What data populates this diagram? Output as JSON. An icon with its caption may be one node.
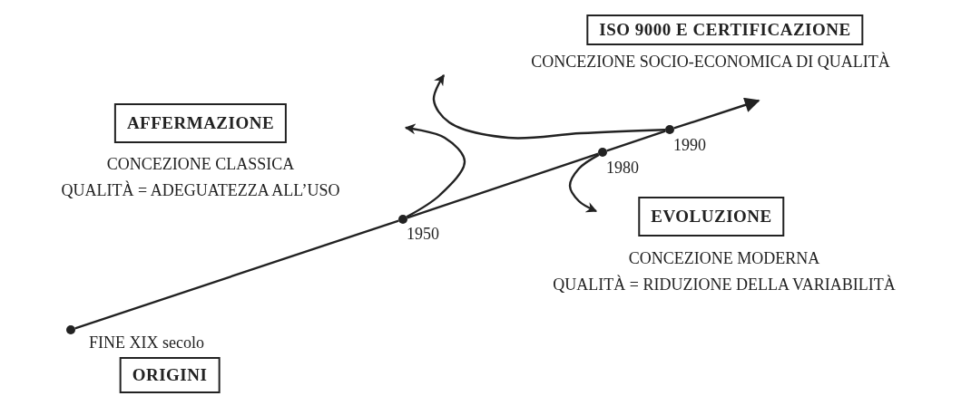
{
  "diagram": {
    "nodes": [
      {
        "text": [
          "ISO 9000 E CERTIFICAZIONE"
        ],
        "beside": [
          "CONCEZIONE SOCIO-ECONOMICA DI QUALITÀ"
        ]
      },
      {
        "text": [
          "AFFERMAZIONE"
        ],
        "beside": [
          "CONCEZIONE CLASSICA",
          "QUALITÀ = ADEGUATEZZA ALL’USO"
        ]
      },
      {
        "text": [],
        "shape": "circle",
        "beside": [
          "1990"
        ]
      },
      {
        "text": [],
        "shape": "circle",
        "beside": [
          "1980"
        ]
      },
      {
        "text": [
          "EVOLUZIONE"
        ],
        "beside": [
          "CONCEZIONE MODERNA",
          "QUALITÀ = RIDUZIONE DELLA VARIABILITÀ"
        ]
      },
      {
        "text": [],
        "shape": "circle",
        "beside": [
          "1950"
        ]
      },
      {
        "text": [],
        "shape": "circle",
        "beside": [
          "FINE XIX secolo"
        ]
      },
      {
        "text": [
          "ORIGINI"
        ]
      }
    ],
    "edges": [
      {
        "from": 6,
        "to": 5,
        "arrow": "none"
      },
      {
        "from": 5,
        "to": 3,
        "arrow": "none"
      },
      {
        "from": 3,
        "to": 2,
        "arrow": "none"
      },
      {
        "from": 2,
        "to": null,
        "arrow": "to"
      },
      {
        "from": 5,
        "to": null,
        "arrow": "to"
      },
      {
        "from": 2,
        "to": null,
        "arrow": "to"
      },
      {
        "from": 3,
        "to": null,
        "arrow": "to"
      }
    ]
  }
}
